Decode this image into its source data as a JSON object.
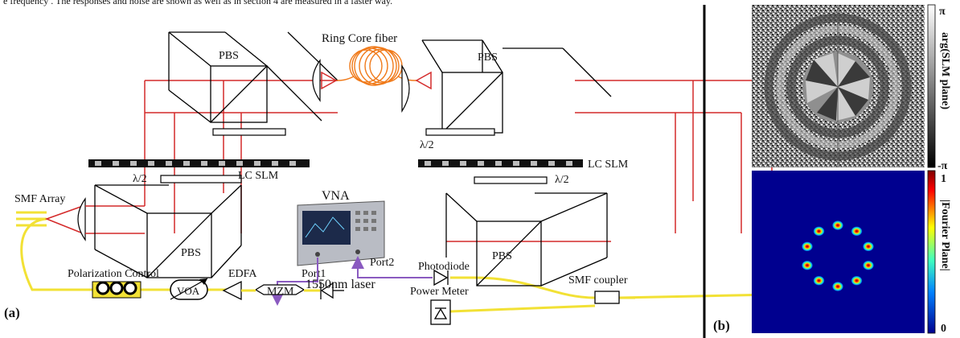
{
  "caption_top": "e frequency . The responses and noise are shown as well as in section 4 are measured in a faster way.",
  "panel_a": {
    "label": "(a)",
    "ring_core_fiber": "Ring Core fiber",
    "pbs": "PBS",
    "half_wave": "λ/2",
    "lc_slm": "LC SLM",
    "smf_array": "SMF Array",
    "vna": "VNA",
    "port1": "Port1",
    "port2": "Port2",
    "photodiode": "Photodiode",
    "polarization_control": "Polarization Control",
    "edfa": "EDFA",
    "voa": "VOA",
    "mzm": "MZM",
    "laser": "1550nm laser",
    "power_meter": "Power Meter",
    "smf_coupler": "SMF coupler"
  },
  "panel_b": {
    "label": "(b)",
    "top_colorbar": {
      "max": "π",
      "min": "-π",
      "title": "arg(SLM plane)"
    },
    "bottom_colorbar": {
      "max": "1",
      "min": "0",
      "title": "|Fourier Plane|"
    },
    "spot_count": 10
  },
  "colors": {
    "fiber": "#f2e135",
    "beam": "#d42a2a",
    "ring_fiber": "#f07a1a",
    "rf_cable": "#8a5ac0",
    "jet_background": "#00008f"
  }
}
